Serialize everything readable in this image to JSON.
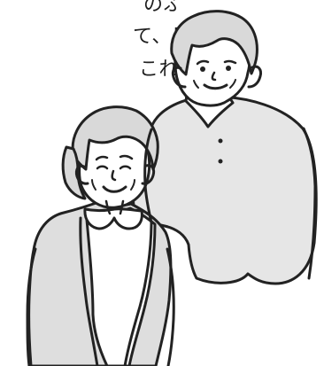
{
  "text_block": {
    "lines": [
      "のふれあ",
      "て、日高",
      "これらの"
    ]
  },
  "illustration": {
    "subject": "elderly-couple",
    "colors": {
      "outline": "#222222",
      "sweater": "#e6e6e6",
      "vest": "#dedede",
      "skin": "#ffffff"
    }
  }
}
